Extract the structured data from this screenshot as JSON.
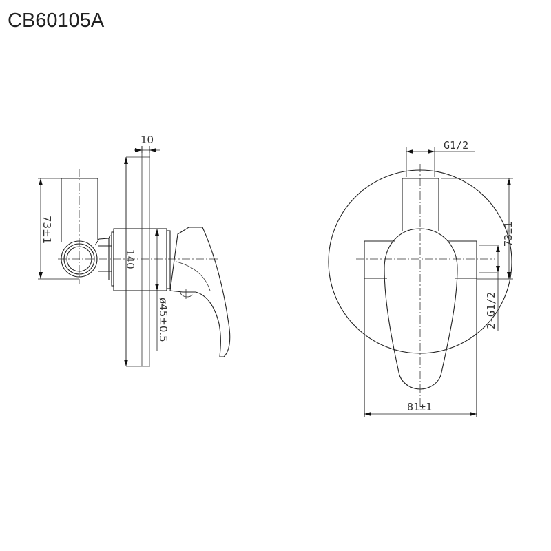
{
  "title": "CB60105A",
  "side_view": {
    "dimensions": {
      "plate_thickness": "10",
      "plate_height": "140",
      "body_height": "73±1",
      "body_diameter": "ø45±0.5"
    }
  },
  "front_view": {
    "dimensions": {
      "top_thread": "G1/2",
      "height": "73±1",
      "side_threads": "2-G1/2",
      "width": "81±1"
    }
  },
  "colors": {
    "line": "#222222",
    "background": "#ffffff"
  }
}
